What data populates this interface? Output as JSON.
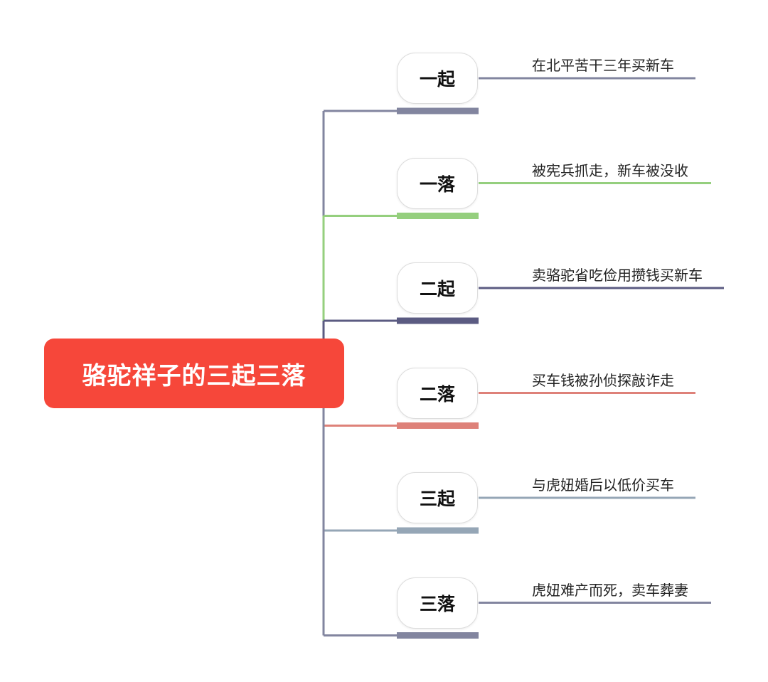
{
  "root": {
    "label": "骆驼祥子的三起三落",
    "color": "#f6473a"
  },
  "branches": [
    {
      "label": "一起",
      "detail": "在北平苦干三年买新车",
      "color": "#82859f"
    },
    {
      "label": "一落",
      "detail": "被宪兵抓走，新车被没收",
      "color": "#95cf7e"
    },
    {
      "label": "二起",
      "detail": "卖骆驼省吃俭用攒钱买新车",
      "color": "#5b5b82"
    },
    {
      "label": "二落",
      "detail": "买车钱被孙侦探敲诈走",
      "color": "#de8179"
    },
    {
      "label": "三起",
      "detail": "与虎妞婚后以低价买车",
      "color": "#95a6b6"
    },
    {
      "label": "三落",
      "detail": "虎妞难产而死，卖车葬妻",
      "color": "#82859f"
    }
  ]
}
